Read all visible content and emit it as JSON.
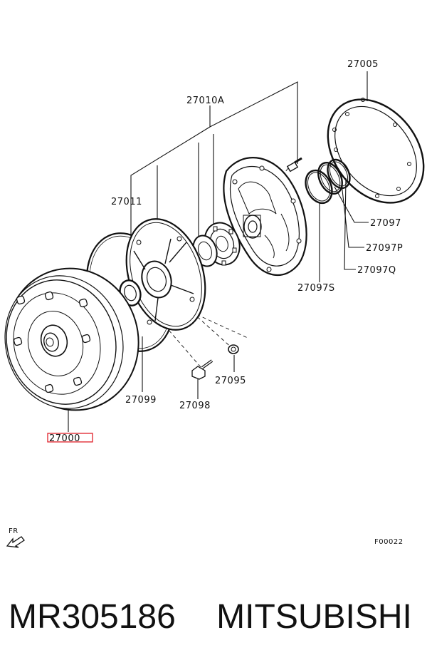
{
  "diagram": {
    "labels": {
      "p27005": "27005",
      "p27010A": "27010A",
      "p27011": "27011",
      "p27097": "27097",
      "p27097P": "27097P",
      "p27097Q": "27097Q",
      "p27097S": "27097S",
      "p27095": "27095",
      "p27099": "27099",
      "p27098": "27098",
      "p27000": "27000"
    },
    "fr_label": "FR",
    "figure_code": "F00022",
    "highlight_color": "#e0202a"
  },
  "footer": {
    "part_number": "MR305186",
    "brand": "MITSUBISHI"
  }
}
